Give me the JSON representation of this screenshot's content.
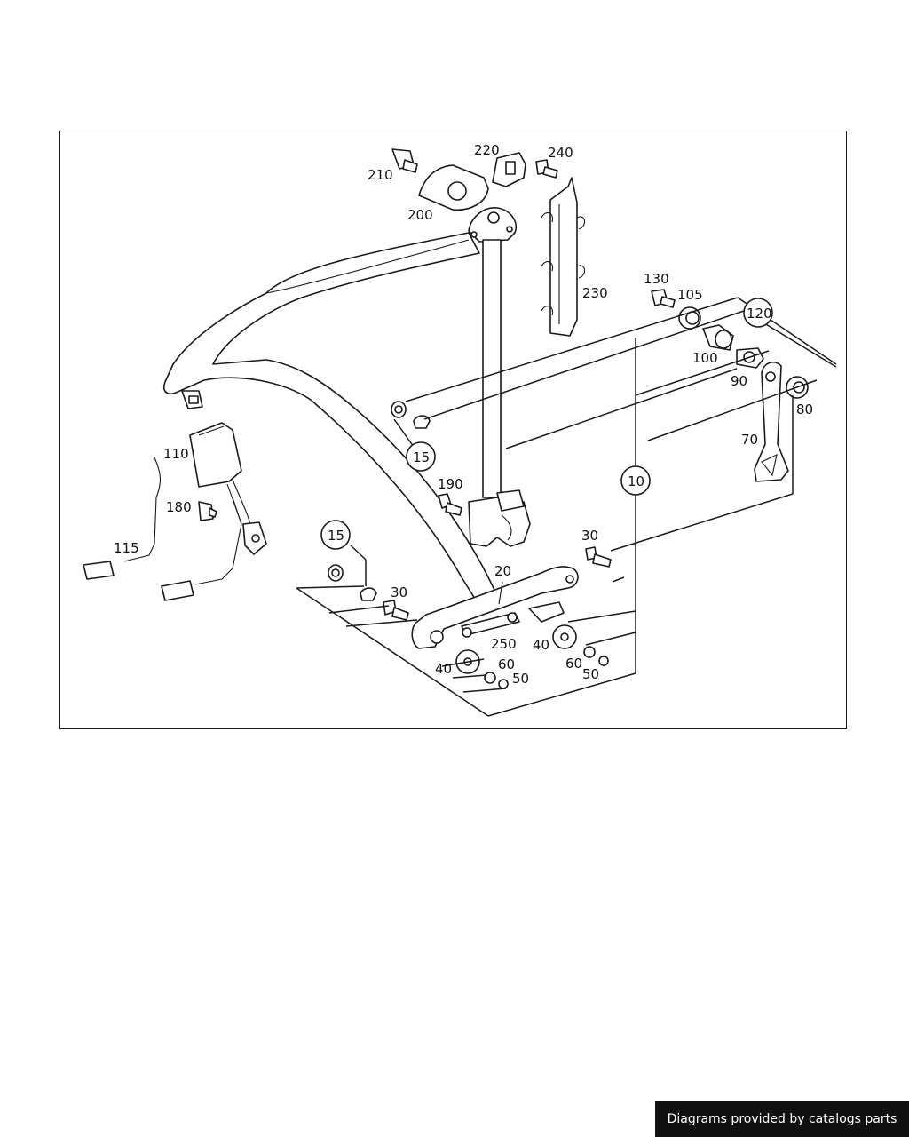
{
  "diagram": {
    "callouts": [
      {
        "id": "210",
        "text": "210"
      },
      {
        "id": "200",
        "text": "200"
      },
      {
        "id": "220",
        "text": "220"
      },
      {
        "id": "240",
        "text": "240"
      },
      {
        "id": "230",
        "text": "230"
      },
      {
        "id": "130",
        "text": "130"
      },
      {
        "id": "105",
        "text": "105"
      },
      {
        "id": "120",
        "text": "120"
      },
      {
        "id": "100",
        "text": "100"
      },
      {
        "id": "90",
        "text": "90"
      },
      {
        "id": "80",
        "text": "80"
      },
      {
        "id": "70",
        "text": "70"
      },
      {
        "id": "15a",
        "text": "15"
      },
      {
        "id": "15b",
        "text": "15"
      },
      {
        "id": "10",
        "text": "10"
      },
      {
        "id": "190",
        "text": "190"
      },
      {
        "id": "110",
        "text": "110"
      },
      {
        "id": "180",
        "text": "180"
      },
      {
        "id": "115",
        "text": "115"
      },
      {
        "id": "30a",
        "text": "30"
      },
      {
        "id": "30b",
        "text": "30"
      },
      {
        "id": "20",
        "text": "20"
      },
      {
        "id": "250",
        "text": "250"
      },
      {
        "id": "40a",
        "text": "40"
      },
      {
        "id": "40b",
        "text": "40"
      },
      {
        "id": "60a",
        "text": "60"
      },
      {
        "id": "60b",
        "text": "60"
      },
      {
        "id": "50a",
        "text": "50"
      },
      {
        "id": "50b",
        "text": "50"
      }
    ]
  },
  "footer": {
    "text": "Diagrams provided by catalogs parts"
  }
}
